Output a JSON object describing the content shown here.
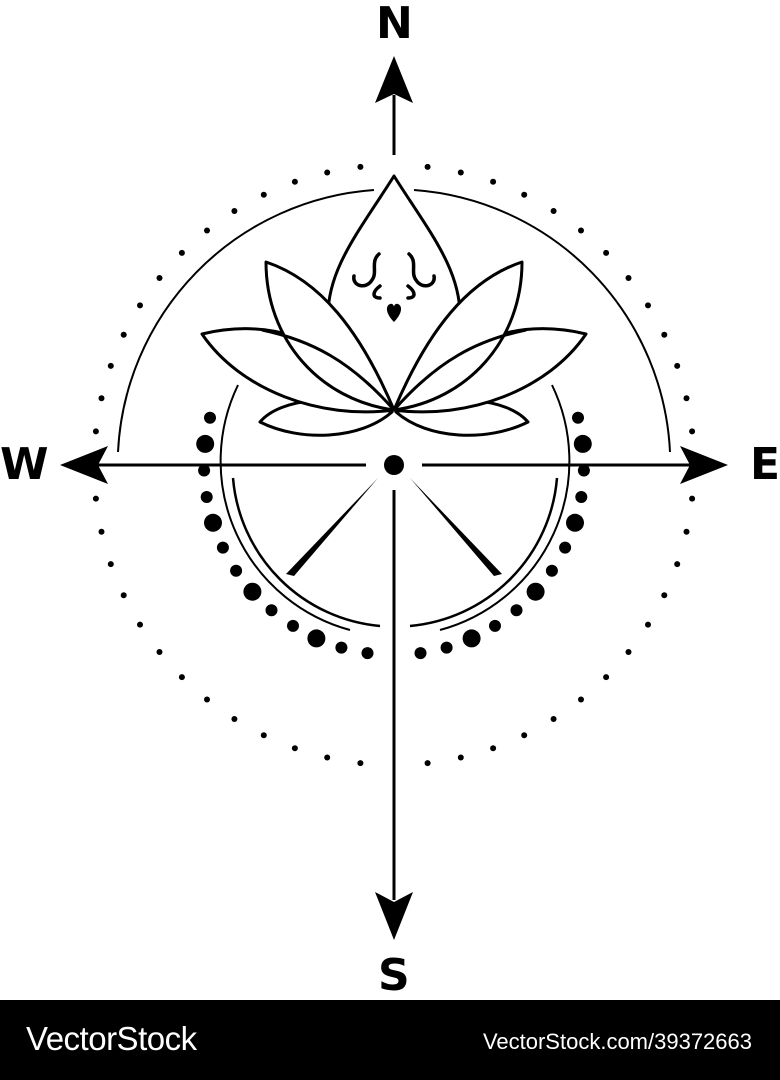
{
  "compass": {
    "north": "N",
    "south": "S",
    "east": "E",
    "west": "W"
  },
  "colors": {
    "ink": "#000000",
    "background": "#ffffff",
    "footer_bg": "#000000",
    "footer_text": "#ffffff"
  },
  "footer": {
    "brand": "VectorStock",
    "id_text": "VectorStock.com/39372663"
  }
}
